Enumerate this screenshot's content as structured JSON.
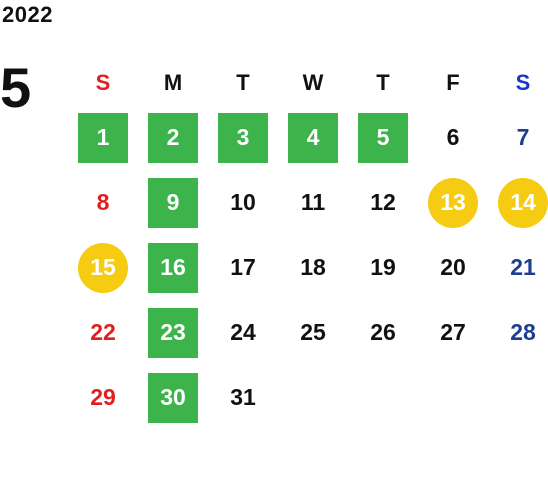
{
  "year": "2022",
  "month": "5",
  "weekdays": [
    "S",
    "M",
    "T",
    "W",
    "T",
    "F",
    "S"
  ],
  "colors": {
    "sunday": "#e02020",
    "saturday_header": "#1a35c9",
    "saturday_day": "#1d3f8f",
    "green_highlight": "#3cb44b",
    "yellow_holiday": "#f5cc12"
  },
  "weeks": [
    [
      {
        "day": "1",
        "highlight": "green"
      },
      {
        "day": "2",
        "highlight": "green"
      },
      {
        "day": "3",
        "highlight": "green"
      },
      {
        "day": "4",
        "highlight": "green"
      },
      {
        "day": "5",
        "highlight": "green"
      },
      {
        "day": "6",
        "highlight": ""
      },
      {
        "day": "7",
        "highlight": ""
      }
    ],
    [
      {
        "day": "8",
        "highlight": ""
      },
      {
        "day": "9",
        "highlight": "green"
      },
      {
        "day": "10",
        "highlight": ""
      },
      {
        "day": "11",
        "highlight": ""
      },
      {
        "day": "12",
        "highlight": ""
      },
      {
        "day": "13",
        "highlight": "yellow"
      },
      {
        "day": "14",
        "highlight": "yellow"
      }
    ],
    [
      {
        "day": "15",
        "highlight": "yellow"
      },
      {
        "day": "16",
        "highlight": "green"
      },
      {
        "day": "17",
        "highlight": ""
      },
      {
        "day": "18",
        "highlight": ""
      },
      {
        "day": "19",
        "highlight": ""
      },
      {
        "day": "20",
        "highlight": ""
      },
      {
        "day": "21",
        "highlight": ""
      }
    ],
    [
      {
        "day": "22",
        "highlight": ""
      },
      {
        "day": "23",
        "highlight": "green"
      },
      {
        "day": "24",
        "highlight": ""
      },
      {
        "day": "25",
        "highlight": ""
      },
      {
        "day": "26",
        "highlight": ""
      },
      {
        "day": "27",
        "highlight": ""
      },
      {
        "day": "28",
        "highlight": ""
      }
    ],
    [
      {
        "day": "29",
        "highlight": ""
      },
      {
        "day": "30",
        "highlight": "green"
      },
      {
        "day": "31",
        "highlight": ""
      },
      {
        "day": "",
        "highlight": ""
      },
      {
        "day": "",
        "highlight": ""
      },
      {
        "day": "",
        "highlight": ""
      },
      {
        "day": "",
        "highlight": ""
      }
    ]
  ]
}
